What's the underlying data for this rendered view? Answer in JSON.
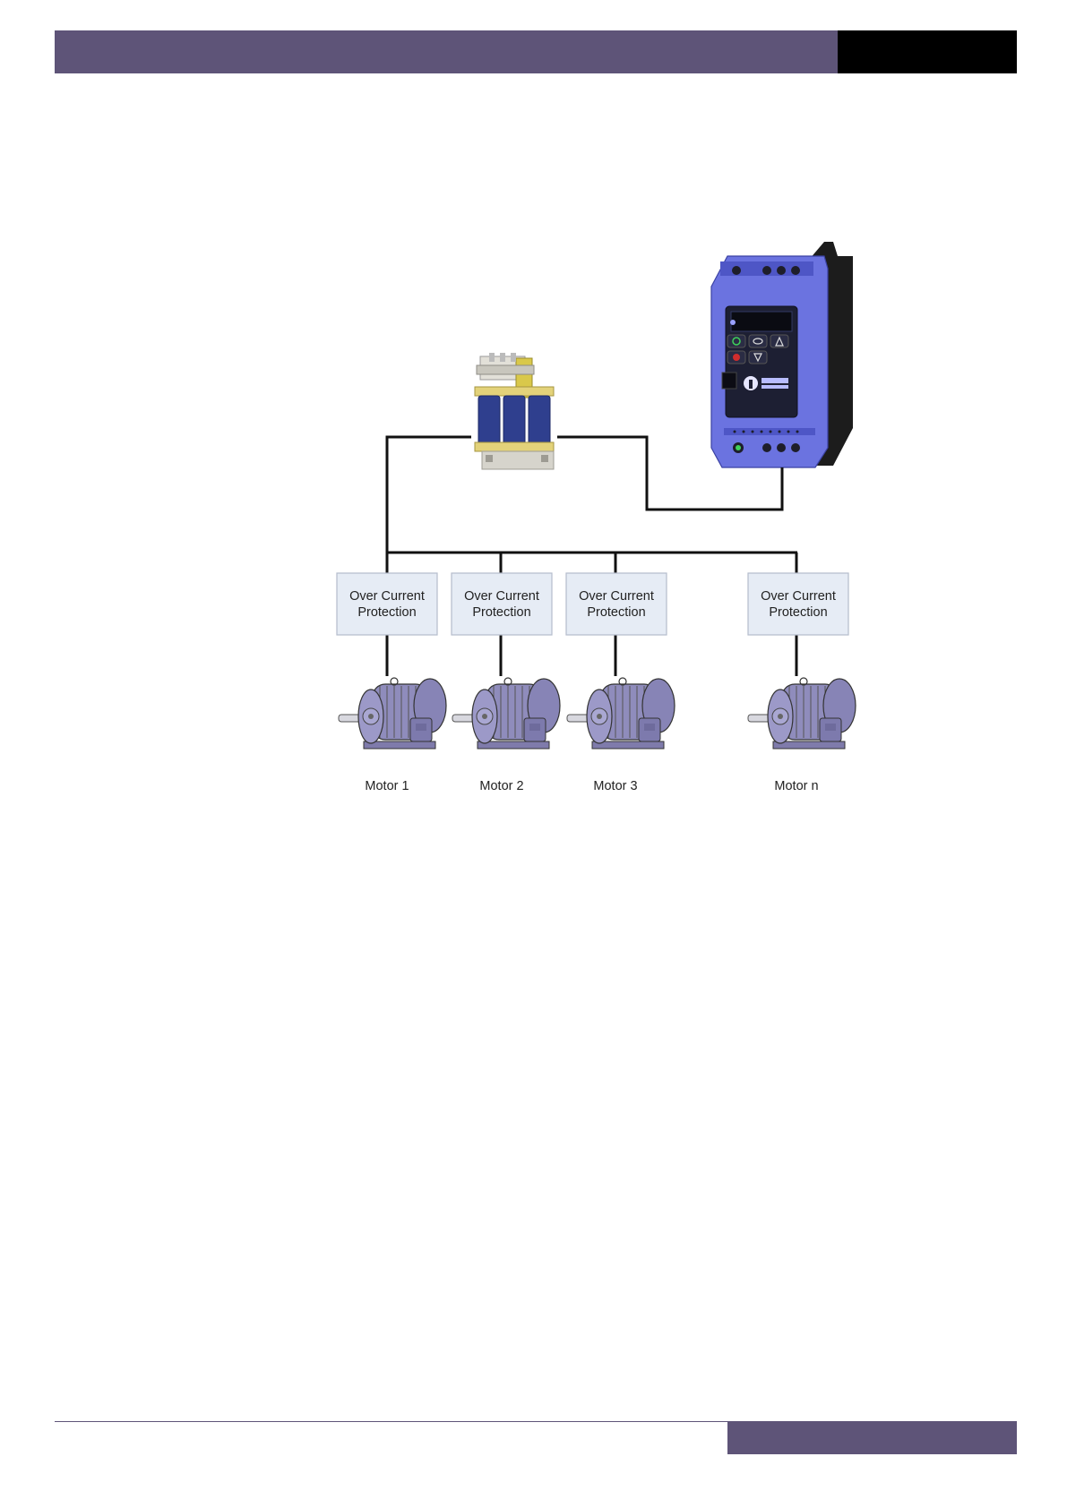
{
  "colors": {
    "header_accent": "#5e5478",
    "header_tab": "#000000",
    "box_fill": "#e6ecf5",
    "box_stroke": "#b5bccb",
    "wire": "#111111",
    "motor": "#8f8cbc",
    "drive_body": "#6b73e0"
  },
  "diagram": {
    "protection_boxes": [
      {
        "line1": "Over Current",
        "line2": "Protection"
      },
      {
        "line1": "Over Current",
        "line2": "Protection"
      },
      {
        "line1": "Over Current",
        "line2": "Protection"
      },
      {
        "line1": "Over Current",
        "line2": "Protection"
      }
    ],
    "motors": [
      {
        "label": "Motor 1"
      },
      {
        "label": "Motor 2"
      },
      {
        "label": "Motor 3"
      },
      {
        "label": "Motor n"
      }
    ],
    "drive": {
      "icon": "inverter-drive-icon"
    },
    "reactor": {
      "icon": "output-reactor-icon"
    }
  }
}
